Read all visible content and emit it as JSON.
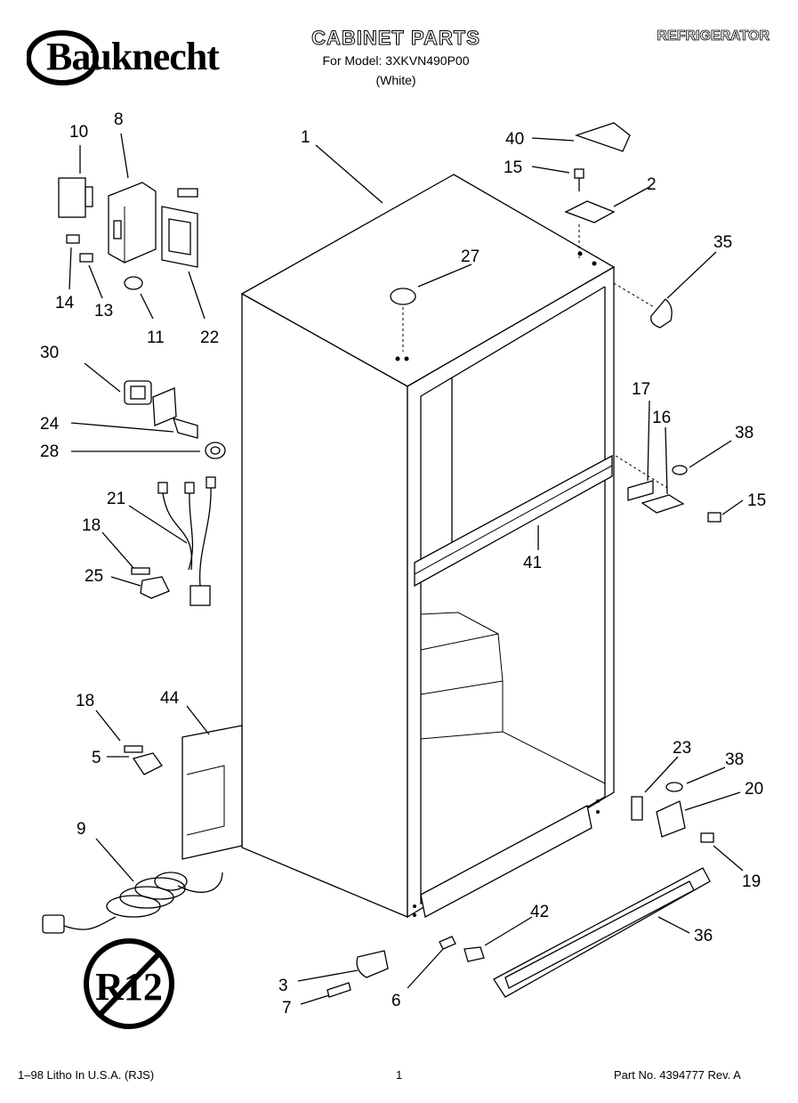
{
  "header": {
    "brand": "Bauknecht",
    "title": "CABINET PARTS",
    "model_line": "For Model: 3XKVN490P00",
    "color_line": "(White)",
    "category": "REFRIGERATOR"
  },
  "footer": {
    "left": "1–98 Litho In U.S.A. (RJS)",
    "page": "1",
    "part_number": "Part No. 4394777 Rev. A"
  },
  "badge": {
    "text": "R12"
  },
  "callouts": [
    "1",
    "2",
    "3",
    "5",
    "6",
    "7",
    "8",
    "9",
    "10",
    "11",
    "13",
    "14",
    "15",
    "15",
    "16",
    "17",
    "18",
    "18",
    "19",
    "20",
    "21",
    "22",
    "23",
    "24",
    "25",
    "27",
    "28",
    "30",
    "35",
    "36",
    "38",
    "38",
    "40",
    "41",
    "42",
    "44"
  ]
}
